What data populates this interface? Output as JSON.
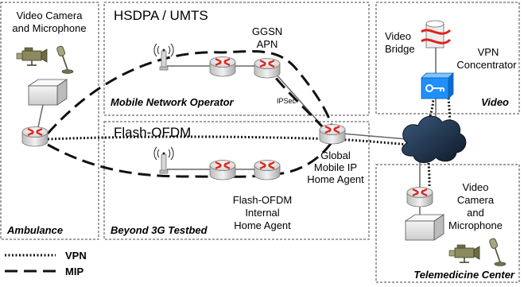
{
  "zones": {
    "ambulance": {
      "label": "Ambulance",
      "device_label": "Video Camera and Microphone"
    },
    "hsdpa": {
      "title": "HSDPA / UMTS",
      "operator_label": "Mobile Network Operator",
      "ggsn_label_1": "GGSN",
      "ggsn_label_2": "APN",
      "ipsec_label": "IPSec"
    },
    "flash": {
      "title": "Flash-OFDM",
      "testbed_label": "Beyond 3G Testbed",
      "home_agent_label_1": "Flash-OFDM",
      "home_agent_label_2": "Internal",
      "home_agent_label_3": "Home Agent",
      "global_label_1": "Global",
      "global_label_2": "Mobile IP",
      "global_label_3": "Home Agent"
    },
    "video": {
      "label": "Video",
      "bridge_label_1": "Video",
      "bridge_label_2": "Bridge",
      "vpn_label_1": "VPN",
      "vpn_label_2": "Concentrator"
    },
    "telemedicine": {
      "label": "Telemedicine Center",
      "device_label_1": "Video",
      "device_label_2": "Camera",
      "device_label_3": "and",
      "device_label_4": "Microphone"
    }
  },
  "legend": {
    "vpn": "VPN",
    "mip": "MIP"
  },
  "icons": {
    "router": "router-icon",
    "antenna": "antenna-icon",
    "cloud": "internet-cloud-icon",
    "camera": "video-camera-icon",
    "microphone": "microphone-icon",
    "terminal": "terminal-box-icon",
    "concentrator": "vpn-concentrator-icon",
    "bridge": "video-bridge-icon"
  },
  "colors": {
    "router_arrow": "#e0231c",
    "concentrator": "#1e90ff",
    "cloud": "#1d2f44"
  }
}
